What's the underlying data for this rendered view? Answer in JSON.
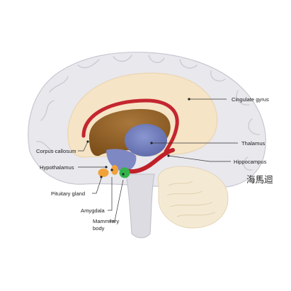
{
  "diagram": {
    "labels": {
      "cingulate_gyrus": "Cingulate gyrus",
      "thalamus": "Thalamus",
      "hippocampus": "Hippocampus",
      "hippocampus_cjk": "海馬迴",
      "corpus_callosum": "Corpus callosum",
      "hypothalamus": "Hypothalamus",
      "pituitary_gland": "Pituitary gland",
      "amygdala": "Amygdala",
      "mammillary_body_line1": "Mammilary",
      "mammillary_body_line2": "body"
    },
    "colors": {
      "cortex": "#e6e6eb",
      "cortex_shadow": "#c9c9d1",
      "cingulate": "#f5e3c4",
      "corpus_callosum": "#c4262f",
      "ventricle": "#8a5a1e",
      "thalamus": "#6f7bb8",
      "hypothalamus": "#7d87c2",
      "hippocampus": "#c0202a",
      "pituitary": "#f1a33a",
      "amygdala": "#f1a33a",
      "mammillary": "#34b34a",
      "cerebellum": "#f3e9d2",
      "brainstem": "#d9d9df"
    }
  }
}
